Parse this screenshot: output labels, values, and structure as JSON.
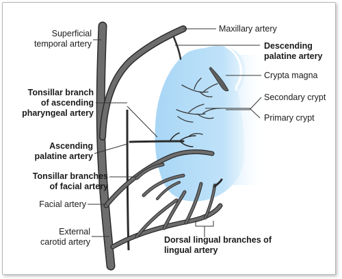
{
  "labels": {
    "superficial_temporal": [
      "Superficial",
      "temporal artery"
    ],
    "maxillary": "Maxillary artery",
    "descending_palatine": [
      "Descending",
      "palatine artery"
    ],
    "crypta_magna": "Crypta magna",
    "secondary_crypt": "Secondary crypt",
    "primary_crypt": "Primary crypt",
    "tonsillar_ascending_pharyngeal": [
      "Tonsillar branch",
      "of ascending",
      "pharyngeal artery"
    ],
    "ascending_palatine": [
      "Ascending",
      "palatine artery"
    ],
    "tonsillar_facial": [
      "Tonsillar branches",
      "of facial artery"
    ],
    "facial": "Facial artery",
    "external_carotid": [
      "External",
      "carotid artery"
    ],
    "dorsal_lingual": [
      "Dorsal lingual branches of",
      "lingual artery"
    ]
  },
  "colors": {
    "tonsil": "#b9def7",
    "artery_fill": "#6d6d6d",
    "artery_outline": "#2b2b2b",
    "leader": "#333333"
  }
}
